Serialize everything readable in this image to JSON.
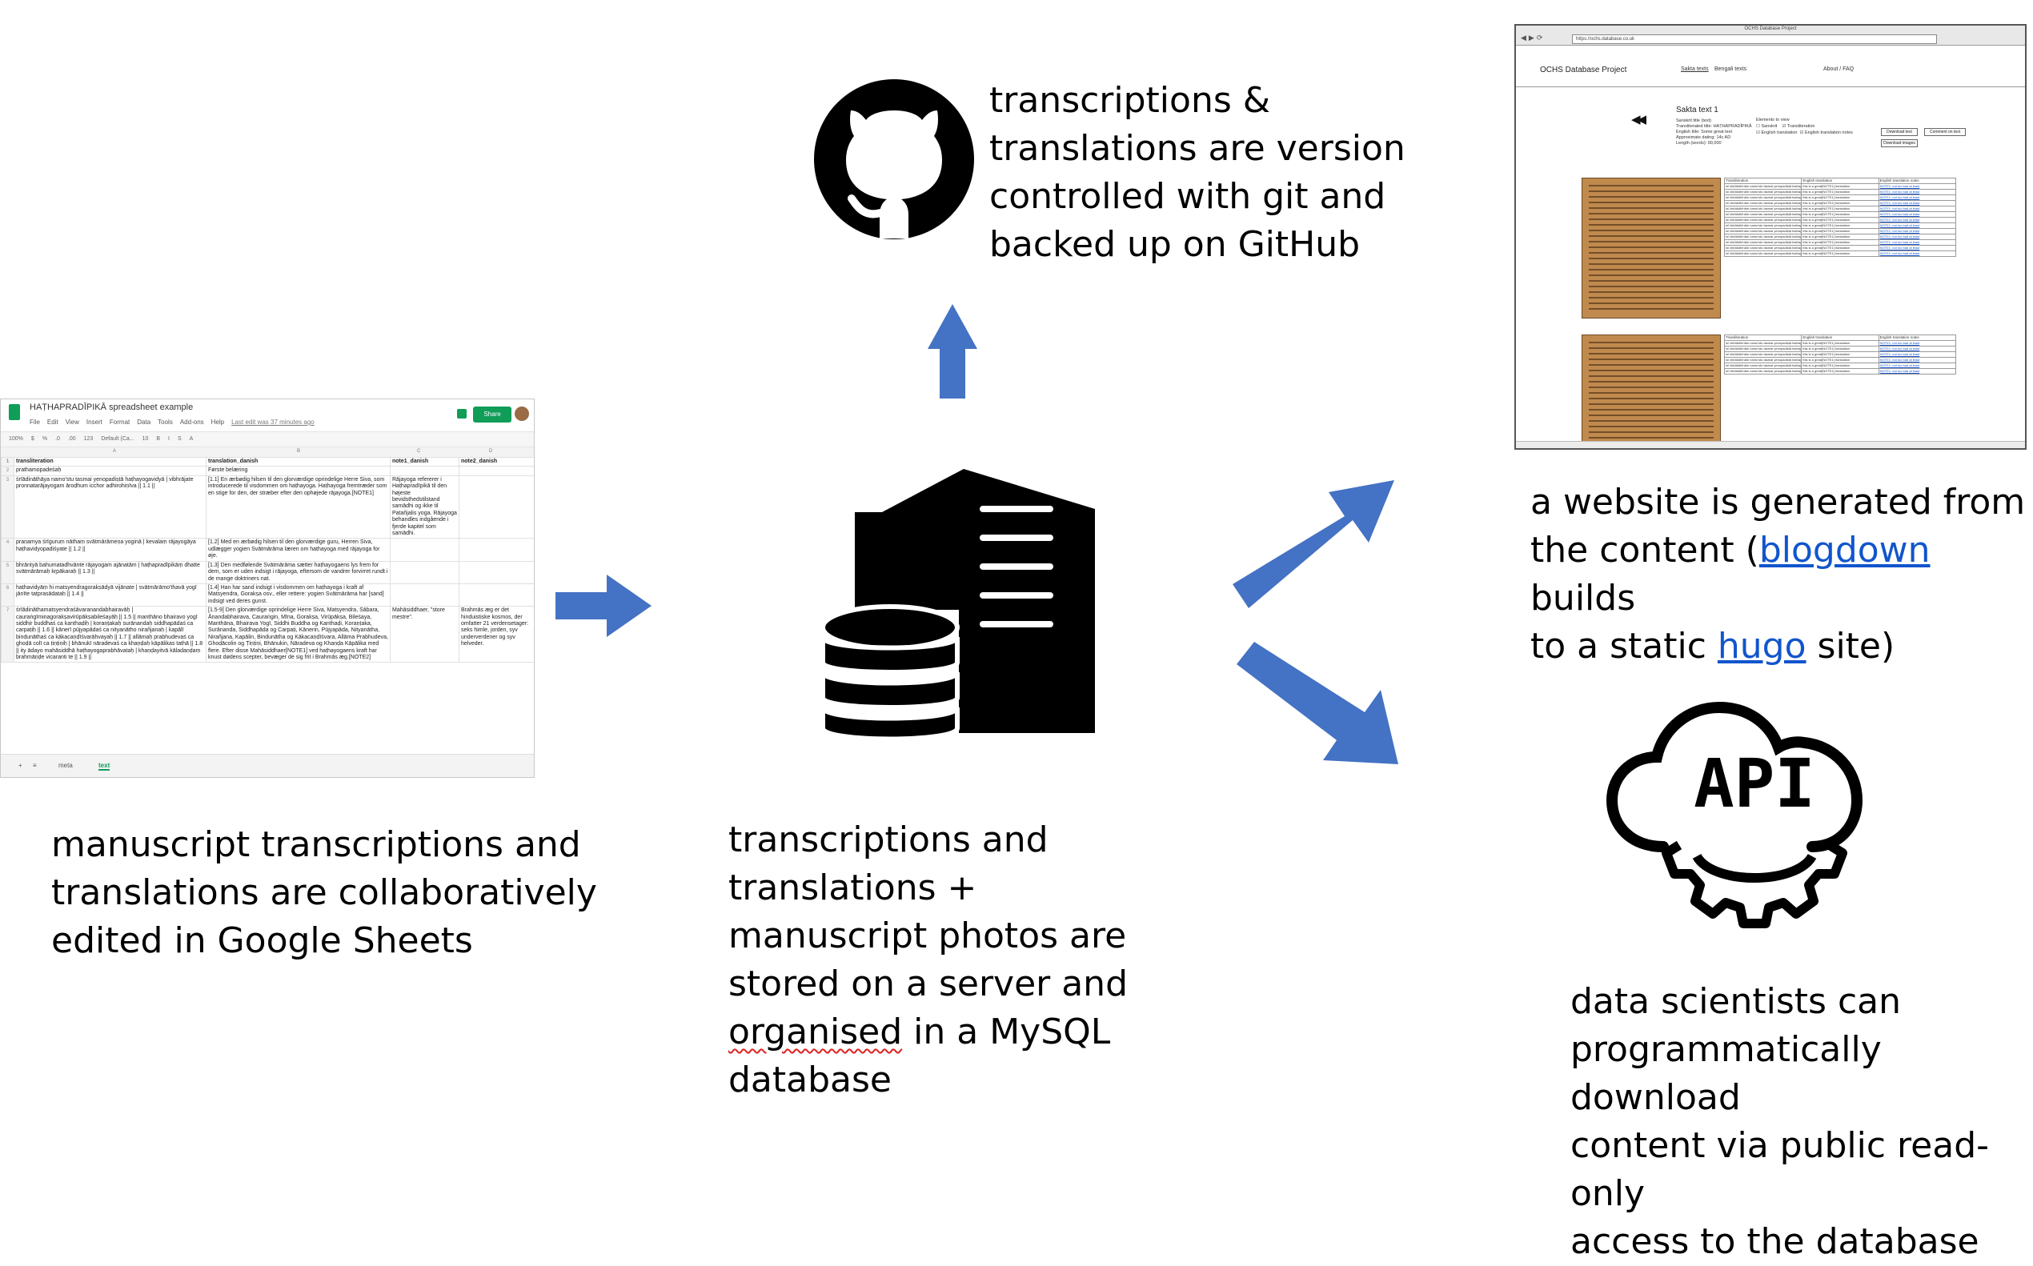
{
  "captions": {
    "sheets": [
      "manuscript transcriptions and",
      "translations are collaboratively",
      "edited in Google Sheets"
    ],
    "server": [
      "transcriptions and",
      "translations +",
      "manuscript photos are",
      "stored on a server and",
      "organised",
      " in a MySQL",
      "database"
    ],
    "github": [
      "transcriptions &",
      "translations are version",
      "controlled with git and",
      "backed up on GitHub"
    ],
    "website": [
      "a website is generated from",
      "the content (",
      "blogdown",
      " builds",
      "to a static ",
      "hugo",
      " site)"
    ],
    "api": [
      "data scientists can",
      "programmatically download",
      "content via public read-only",
      "access to the database"
    ]
  },
  "icons": {
    "github": "github-octocat-icon",
    "server": "server-database-icon",
    "api": "cloud-gear-api-icon",
    "api_label": "API"
  },
  "colors": {
    "arrow": "#4472c4",
    "link": "#1155cc"
  },
  "spreadsheet": {
    "title": "HAṬHAPRADĪPIKĀ spreadsheet example",
    "menus": [
      "File",
      "Edit",
      "View",
      "Insert",
      "Format",
      "Data",
      "Tools",
      "Add-ons",
      "Help"
    ],
    "last_edit": "Last edit was 37 minutes ago",
    "share_label": "Share",
    "toolbar": [
      "100%",
      "$",
      "%",
      ".0",
      ".00",
      "123",
      "Default (Ca...",
      "10",
      "B",
      "I",
      "S",
      "A"
    ],
    "column_letters": [
      "A",
      "B",
      "C",
      "D"
    ],
    "headers": [
      "transliteration",
      "translation_danish",
      "note1_danish",
      "note2_danish"
    ],
    "rows": [
      {
        "n": "2",
        "cells": [
          "prathamopadeśaḥ",
          "Første belæring",
          "",
          ""
        ]
      },
      {
        "n": "3",
        "cells": [
          "śrīādināthāya namo'stu tasmai yenopadiṣṭā haṭhayogavidyā | vibhrājate pronnatarājayogam āroḍhum icchor adhirohiṇīva || 1.1 ||",
          "[1.1] En ærbødig hilsen til den glorværdige oprindelige Herre Śiva, som introducerede til visdommen om haṭhayoga. Haṭhayoga fremtræder som en stige for den, der stræber efter den ophøjede rājayoga.[NOTE1]",
          "Rājayoga refererer i Haṭhapradīpikā til den højeste bevidsthedstilstand samādhi og ikke til Patañjalis yoga. Rājayoga behandles indgående i fjerde kapitel som samādhi.",
          ""
        ]
      },
      {
        "n": "4",
        "cells": [
          "praṇamya śrīguruṃ nāthaṃ svātmārāmeṇa yoginā | kevalaṃ rājayogāya haṭhavidyopadiśyate || 1.2 ||",
          "[1.2] Med en ærbødig hilsen til den glorværdige guru, Herren Śiva, udlægger yogien Svātmārāma læren om haṭhayoga med rājayoga for øje.",
          "",
          ""
        ]
      },
      {
        "n": "5",
        "cells": [
          "bhrāntyā bahumatadhvānte rājayogam ajānatām | haṭhapradīpikāṃ dhatte svātmārāmaḥ kṛpākaraḥ || 1.3 ||",
          "[1.3] Den medfølende Svātmārāma sætter haṭhayogaens lys frem for dem, som er uden indsigt i rājayoga, eftersom de vandrer forvirret rundt i de mange doktriners nat.",
          "",
          ""
        ]
      },
      {
        "n": "6",
        "cells": [
          "haṭhavidyāṃ hi matsyendragorakṣādyā vijānate | svātmārāmo'thavā yogī jānīte tatprasādataḥ || 1.4 ||",
          "[1.4] Han har sand indsigt i visdommen om haṭhayoga i kraft af Matsyendra, Gorakṣa osv., eller rettere: yogien Svātmārāma har [sand] indsigt ved deres gunst.",
          "",
          ""
        ]
      },
      {
        "n": "7",
        "cells": [
          "śrīādināthamatsyendraśāvaranandabhairavāḥ | cauraṅgīminagorakṣavirūpākṣabileśayāḥ || 1.5 || manthāno bhairavo yogī siddhir buddhaś ca kanthaḍiḥ | koraṇṭakaḥ surānandaḥ siddhapādaś ca carpaṭiḥ || 1.6 || kānerī pūjyapādaś ca nityanātho nirañjanaḥ | kapālī bindunāthaś ca kākacaṇḍīśvarāhvayaḥ || 1.7 || allāmaḥ prabhudevaś ca ghoḍā colī ca ṭiṇṭiṇiḥ | bhānukī nāradevaś ca khaṇḍaḥ kāpālikas tathā || 1.8 || ity ādayo mahāsiddhā haṭhayogaprabhāvataḥ | khaṇḍayitvā kāladaṇḍaṃ brahmāṇḍe vicaranti te || 1.9 ||",
          "[1.5-9] Den glorværdige oprindelige Herre Śiva, Matsyendra, Śābara, Ānandabhairava, Cauraṅgin, Mīna, Gorakṣa, Virūpākṣa, Bileśaya, Manthāna, Bhairava Yogī, Siddhi Buddha og Kanthaḍi, Koraṇṭaka, Surānanda, Siddhapāda og Carpaṭi, Kānerin, Pūjyapāda, Nityanātha, Nirañjana, Kapālin, Bindunātha og Kākacaṇḍīśvara, Allāma Prabhudeva, Ghoḍācolin og Ṭiṇṭiṇi, Bhānukin, Nāradeva og Khaṇḍa Kāpālika med flere. Efter disse Mahāsiddhaer[NOTE1] ved haṭhayogaens kraft har knust dødens scepter, bevæger de sig frit i Brahmās æg.[NOTE2]",
          "Mahāsiddhaer, \"store mestre\".",
          "Brahmās æg er det hinduistiske kosmos, der omfatter 21 verdensetager: seks himle, jorden, syv underverdener og syv helveder."
        ]
      }
    ],
    "tabs": [
      "meta",
      "text"
    ],
    "active_tab": "text"
  },
  "website": {
    "window_title": "OCHS Database Project",
    "url": "https://ochs.database.co.uk",
    "brand": "OCHS Database Project",
    "nav": [
      "Sakta texts",
      "Bengali texts",
      "About / FAQ"
    ],
    "page_title": "Sakta text 1",
    "meta_lines": [
      "Sanskrit title (text)",
      "Transliterated title: HAṬHAPRADĪPIKĀ",
      "English title: Some great text",
      "Approximate dating: 14c AD",
      "Length (words): 00,000"
    ],
    "elements_heading": "Elements to view",
    "elements": [
      "Sanskrit",
      "Transliteration",
      "English translation",
      "English translation notes"
    ],
    "buttons": [
      "Download text",
      "Comment on text",
      "Download images"
    ],
    "table_headers": [
      "Transliteration",
      "English translation",
      "English translation notes"
    ],
    "cell_text": [
      "śrī-bhūtādhīnām namo'stu tasmai yenopadiṣṭā haṭhayogavidyā",
      "this is a great[NOTE1] translation",
      "NOTE1: not too bad at least"
    ]
  }
}
